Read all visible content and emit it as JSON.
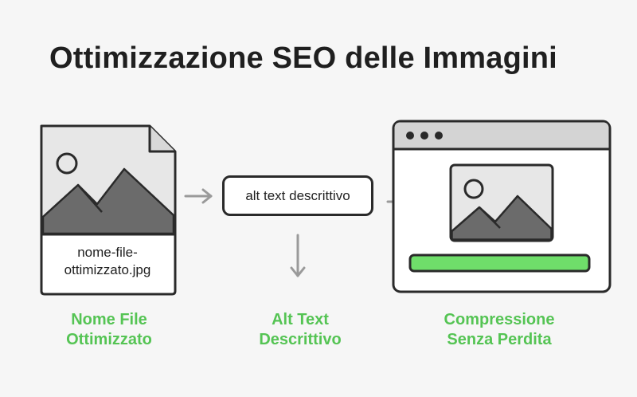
{
  "title": "Ottimizzazione SEO delle Immagini",
  "file_card": {
    "filename_line1": "nome-file-",
    "filename_line2": "ottimizzato.jpg"
  },
  "alt_box": {
    "label": "alt text descrittivo"
  },
  "captions": [
    {
      "line1": "Nome File",
      "line2": "Ottimizzato"
    },
    {
      "line1": "Alt Text",
      "line2": "Descrittivo"
    },
    {
      "line1": "Compressione",
      "line2": "Senza Perdita"
    }
  ],
  "colors": {
    "accent_green": "#55c454",
    "outline": "#2a2a2a",
    "mountain_gray": "#6b6b6b",
    "panel_gray": "#e7e7e7",
    "arrow_gray": "#9a9a9a"
  },
  "icons": [
    "image-file-icon",
    "browser-window-icon",
    "image-icon",
    "arrow-right-icon",
    "arrow-down-icon"
  ]
}
